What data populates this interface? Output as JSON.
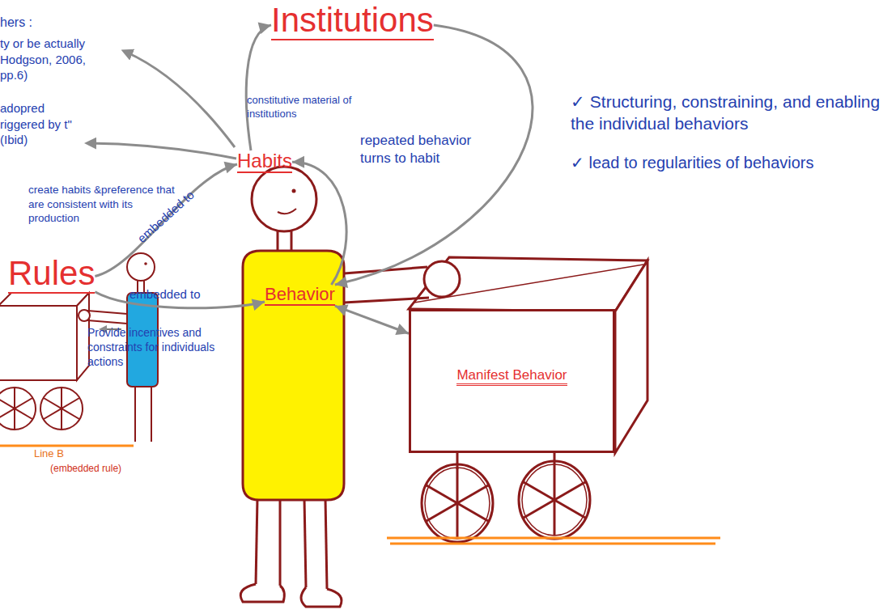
{
  "diagram": {
    "nodes": [
      {
        "text": [
          "Institutions"
        ]
      },
      {
        "text": [
          "Habits"
        ]
      },
      {
        "text": [
          "Rules"
        ]
      },
      {
        "text": [
          "Behavior"
        ]
      },
      {
        "text": [
          "Manifest Behavior"
        ]
      }
    ],
    "edges": [
      {
        "from": 1,
        "to": 0,
        "arrow": "to",
        "label": "constitutive material of institutions"
      },
      {
        "from": 0,
        "to": 3,
        "arrow": "to"
      },
      {
        "from": 3,
        "to": 1,
        "arrow": "to",
        "label": "repeated behavior turns to habit"
      },
      {
        "from": 2,
        "to": 1,
        "arrow": "to",
        "label": "embedded to"
      },
      {
        "from": 2,
        "to": 3,
        "arrow": "to",
        "label": "embedded to"
      },
      {
        "from": 3,
        "to": 4,
        "arrow": "both"
      }
    ],
    "labels": [
      "hers :",
      "ty or be actually Hodgson, 2006, pp.6)",
      "adopred riggered by t\" (Ibid)",
      "create habits &preference that are consistent with its production",
      "✓ Structuring, constraining, and enabling the individual behaviors",
      "✓ lead to regularities of behaviors",
      "Provide incentives and constraints for individuals actions",
      "Line B",
      "(embedded rule)"
    ]
  }
}
